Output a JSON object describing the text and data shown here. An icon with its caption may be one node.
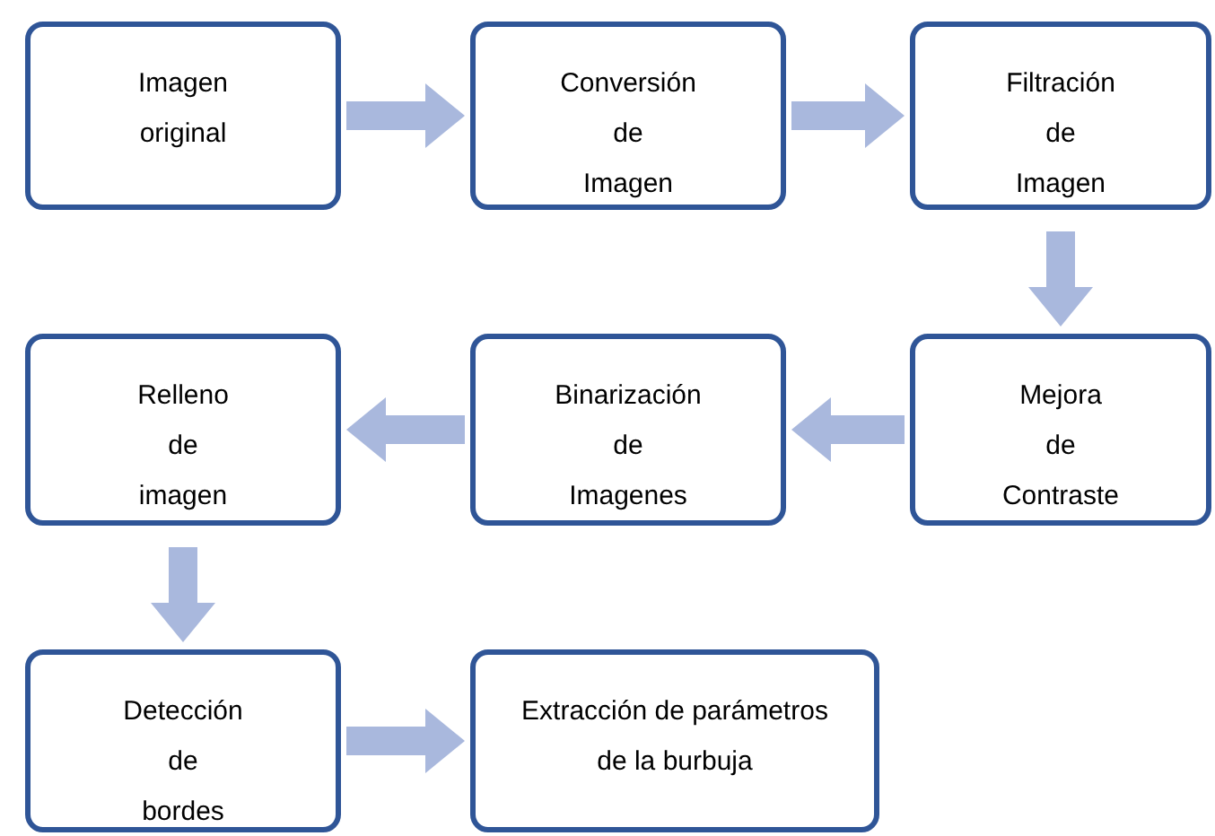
{
  "diagram": {
    "nodes": [
      {
        "text": [
          "Imagen original"
        ]
      },
      {
        "text": [
          "Conversión de Imagen"
        ]
      },
      {
        "text": [
          "Filtración de Imagen"
        ]
      },
      {
        "text": [
          "Mejora de Contraste"
        ]
      },
      {
        "text": [
          "Binarización de Imagenes"
        ]
      },
      {
        "text": [
          "Relleno de imagen"
        ]
      },
      {
        "text": [
          "Detección de bordes"
        ]
      },
      {
        "text": [
          "Extracción de parámetros de la burbuja"
        ]
      }
    ],
    "edges": [
      {
        "from": 0,
        "to": 1,
        "arrow": "to"
      },
      {
        "from": 1,
        "to": 2,
        "arrow": "to"
      },
      {
        "from": 2,
        "to": 3,
        "arrow": "to"
      },
      {
        "from": 3,
        "to": 4,
        "arrow": "to"
      },
      {
        "from": 4,
        "to": 5,
        "arrow": "to"
      },
      {
        "from": 5,
        "to": 6,
        "arrow": "to"
      },
      {
        "from": 6,
        "to": 7,
        "arrow": "to"
      }
    ]
  }
}
